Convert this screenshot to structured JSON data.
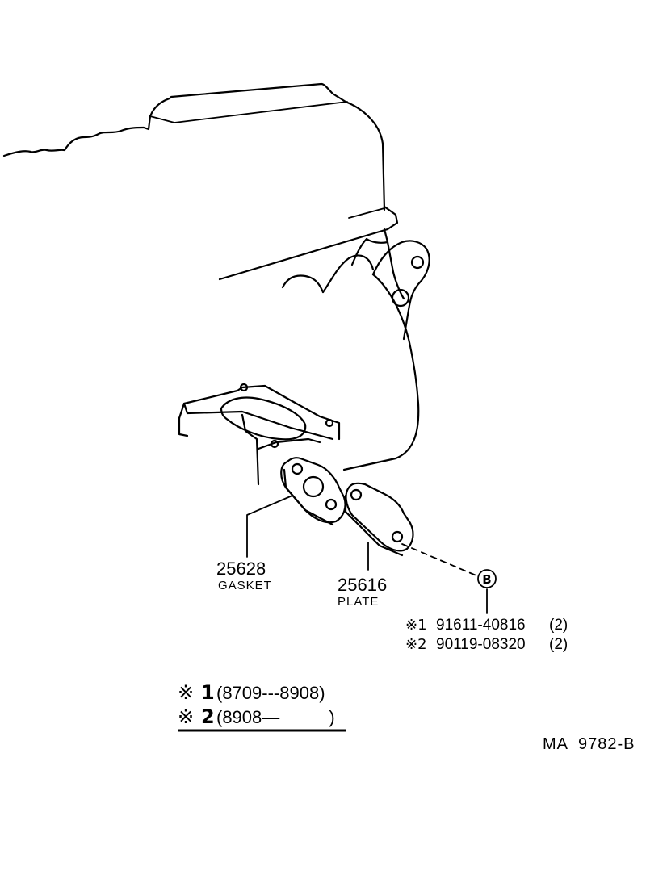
{
  "parts": {
    "gasket": {
      "number": "25628",
      "name": "GASKET"
    },
    "plate": {
      "number": "25616",
      "name": "PLATE"
    }
  },
  "callout": {
    "marker": "B",
    "bolts": [
      {
        "mark": "※1",
        "part_no": "91611-40816",
        "qty": "(2)"
      },
      {
        "mark": "※2",
        "part_no": "90119-08320",
        "qty": "(2)"
      }
    ]
  },
  "legend": [
    {
      "mark": "※",
      "num": "1",
      "range": "(8709---8908)"
    },
    {
      "mark": "※",
      "num": "2",
      "range": "(8908—          )"
    }
  ],
  "diagram_id": "MA  9782-B"
}
